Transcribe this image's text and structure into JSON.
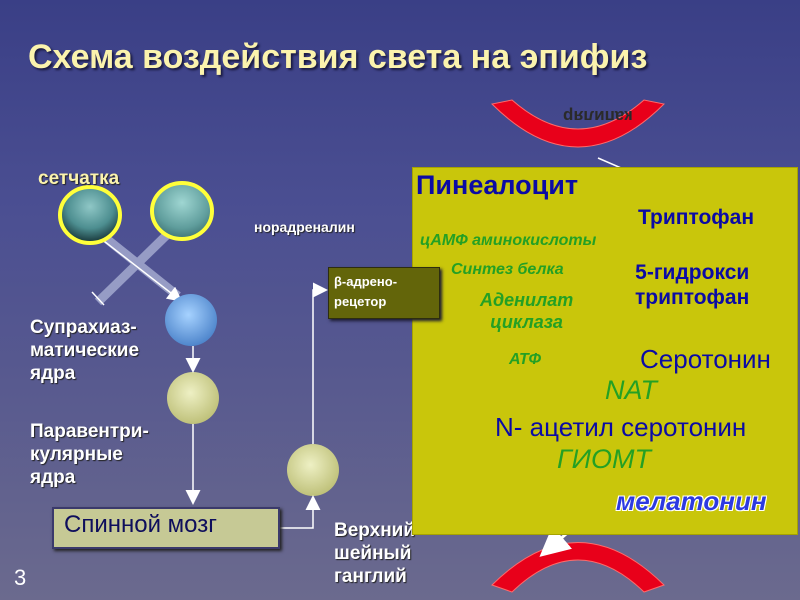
{
  "title": "Схема воздействия света на эпифиз",
  "page_number": "3",
  "left": {
    "retina": "сетчатка",
    "suprachiasmatic": [
      "Супрахиаз-",
      "матические",
      "ядра"
    ],
    "paraventricular": [
      "Паравентри-",
      "кулярные",
      "ядра"
    ],
    "spinal_cord": "Спинной мозг",
    "ganglion": [
      "Верхний",
      "шейный",
      "ганглий"
    ],
    "noradrenaline": "норадреналин",
    "beta_receptor": [
      "β-адрено-",
      "рецетор"
    ]
  },
  "capillary": "капиляр",
  "pinealocyte": {
    "title": "Пинеалоцит",
    "tryptophan": "Триптофан",
    "camp": "цАМФ аминокислоты",
    "protein_synthesis": "Синтез белка",
    "hydroxy": [
      "5-гидрокси",
      "триптофан"
    ],
    "adenylate": [
      "Аденилат",
      "циклаза"
    ],
    "atp": "АТФ",
    "serotonin": "Серотонин",
    "nat": "NAT",
    "n_acetyl": "N- ацетил серотонин",
    "giomt": "ГИОМТ",
    "melatonin": "мелатонин"
  },
  "colors": {
    "capillary": "#e8001a",
    "pineal_bg": "#c9c60b",
    "enzyme_green": "#24a024",
    "substance_blue": "#0b0ba5"
  }
}
